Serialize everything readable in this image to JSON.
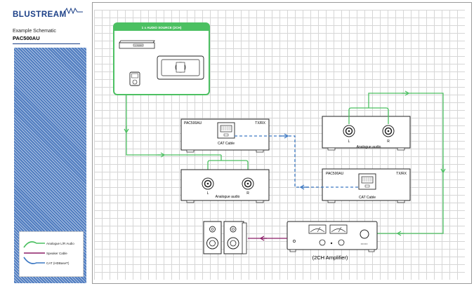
{
  "sidebar": {
    "brand": "BLUSTREAM",
    "title": "Example Schematic",
    "model": "PAC500AU",
    "legend": {
      "items": [
        {
          "label": "Analogue L/R Audio",
          "color": "#4cc062"
        },
        {
          "label": "Speaker Cable",
          "color": "#8b1d67"
        },
        {
          "label": "CAT (HDBaseT)",
          "color": "#3d79c4"
        }
      ]
    }
  },
  "source": {
    "title": "1 x AUDIO SOURCE (2CH)",
    "cd_text": "CD PLAYER"
  },
  "units": {
    "top_left": {
      "name": "PAC500AU",
      "mode": "TX/RX",
      "port_label": "CAT Cable"
    },
    "bottom_left": {
      "left": "L",
      "right": "R",
      "caption": "Analogue audio"
    },
    "top_right": {
      "left": "L",
      "right": "R",
      "caption": "Analogue audio"
    },
    "bottom_right": {
      "name": "PAC500AU",
      "mode": "TX/RX",
      "port_label": "CAT Cable"
    }
  },
  "amplifier": {
    "label": "(2CH Amplifier)"
  },
  "colors": {
    "green": "#4cc062",
    "blue": "#3d79c4",
    "purple": "#8b1d67",
    "brand": "#1b3f87"
  }
}
